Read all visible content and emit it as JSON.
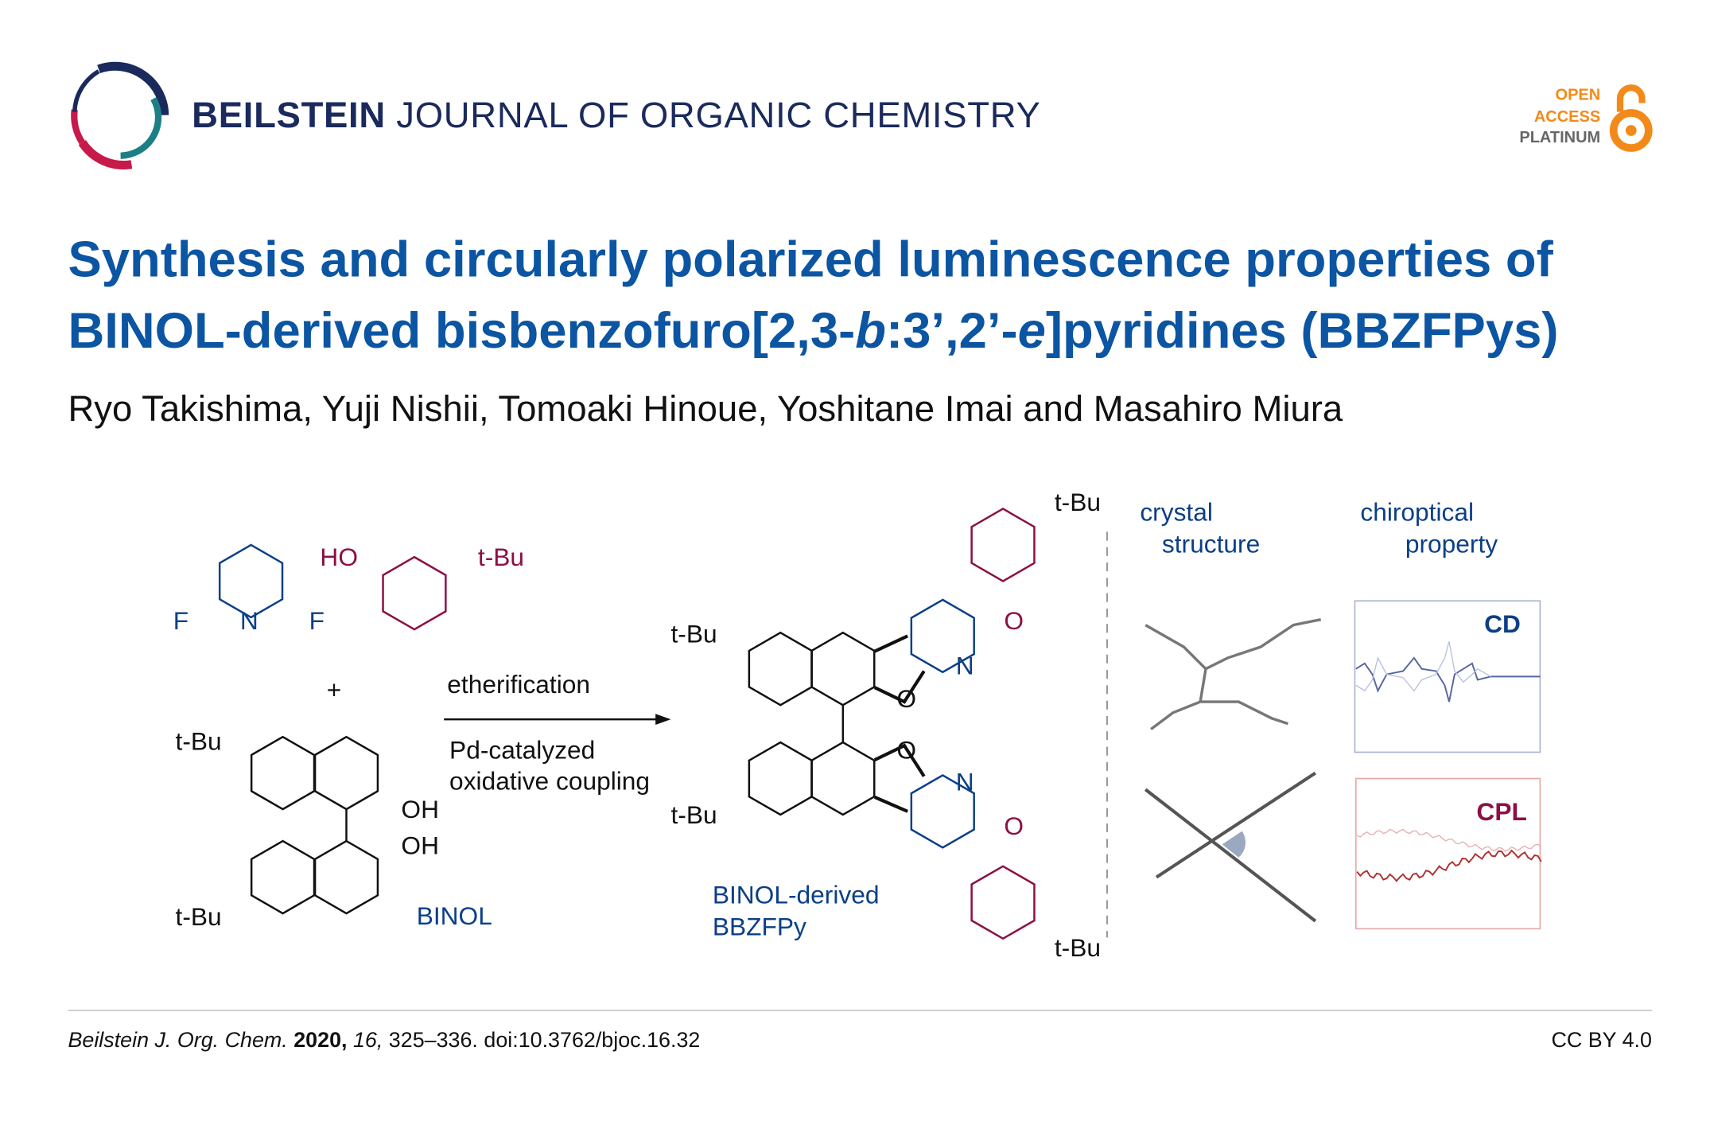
{
  "header": {
    "journal_brand": "BEILSTEIN",
    "journal_name": "JOURNAL OF ORGANIC CHEMISTRY",
    "badge": {
      "line1": "OPEN",
      "line2": "ACCESS",
      "line3": "PLATINUM",
      "icon": "open-access-lock-icon"
    }
  },
  "article": {
    "title_line1": "Synthesis and circularly polarized luminescence properties of",
    "title_line2_a": "BINOL-derived bisbenzofuro[2,3-",
    "title_line2_b": "b",
    "title_line2_c": ":3’,2’-",
    "title_line2_d": "e",
    "title_line2_e": "]pyridines (BBZFPys)",
    "authors": "Ryo Takishima, Yuji Nishii, Tomoaki Hinoue, Yoshitane Imai and Masahiro Miura"
  },
  "graphic": {
    "pyridine_F_left": "F",
    "pyridine_N": "N",
    "pyridine_F_right": "F",
    "phenol_HO": "HO",
    "phenol_tBu": "t-Bu",
    "plus": "+",
    "binol_tBu_top": "t-Bu",
    "binol_tBu_bottom": "t-Bu",
    "binol_OH_top": "OH",
    "binol_OH_bottom": "OH",
    "binol_label": "BINOL",
    "step1": "etherification",
    "step2_line1": "Pd-catalyzed",
    "step2_line2": "oxidative coupling",
    "product_tBu_1": "t-Bu",
    "product_tBu_2": "t-Bu",
    "product_tBu_3": "t-Bu",
    "product_tBu_4": "t-Bu",
    "product_O_1": "O",
    "product_O_2": "O",
    "product_O_3": "O",
    "product_O_4": "O",
    "product_N_1": "N",
    "product_N_2": "N",
    "product_label_line1": "BINOL-derived",
    "product_label_line2": "BBZFPy",
    "crystal_line1": "crystal",
    "crystal_line2": "structure",
    "chiro_line1": "chiroptical",
    "chiro_line2": "property",
    "cd_label": "CD",
    "cpl_label": "CPL"
  },
  "footer": {
    "journal_abbrev": "Beilstein J. Org. Chem.",
    "year": "2020,",
    "volume": "16,",
    "pages_doi": "325–336. doi:10.3762/bjoc.16.32",
    "license": "CC BY 4.0"
  },
  "colors": {
    "title": "#0b55a3",
    "brand": "#1a2a5c",
    "orange": "#f28a1a",
    "pink": "#8c0f45",
    "blue": "#0b3f87"
  }
}
